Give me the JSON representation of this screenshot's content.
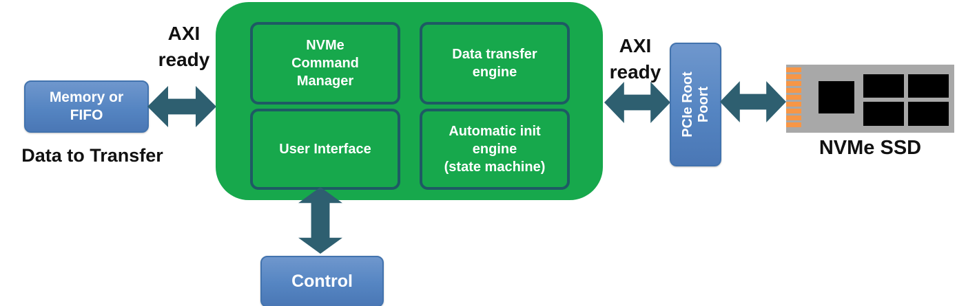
{
  "blocks": {
    "memory_fifo": "Memory or\nFIFO",
    "data_to_transfer_caption": "Data to Transfer",
    "axi_ready_left": "AXI\nready",
    "axi_ready_right": "AXI\nready",
    "nvme_command_manager": "NVMe\nCommand\nManager",
    "data_transfer_engine": "Data transfer\nengine",
    "user_interface": "User Interface",
    "automatic_init_engine": "Automatic init\nengine\n(state machine)",
    "pcie_root_port": "PCIe Root\nPoort",
    "control": "Control",
    "nvme_ssd_caption": "NVMe SSD"
  },
  "colors": {
    "green": "#17A84C",
    "teal_border": "#1E5A64",
    "arrow": "#2E5F70",
    "blue_fill_top": "#6F97CD",
    "blue_fill_bottom": "#4A77B5",
    "blue_border": "#4273AE",
    "board_gray": "#A8A8A8",
    "pin_orange": "#F79646",
    "chip_black": "#000000"
  }
}
